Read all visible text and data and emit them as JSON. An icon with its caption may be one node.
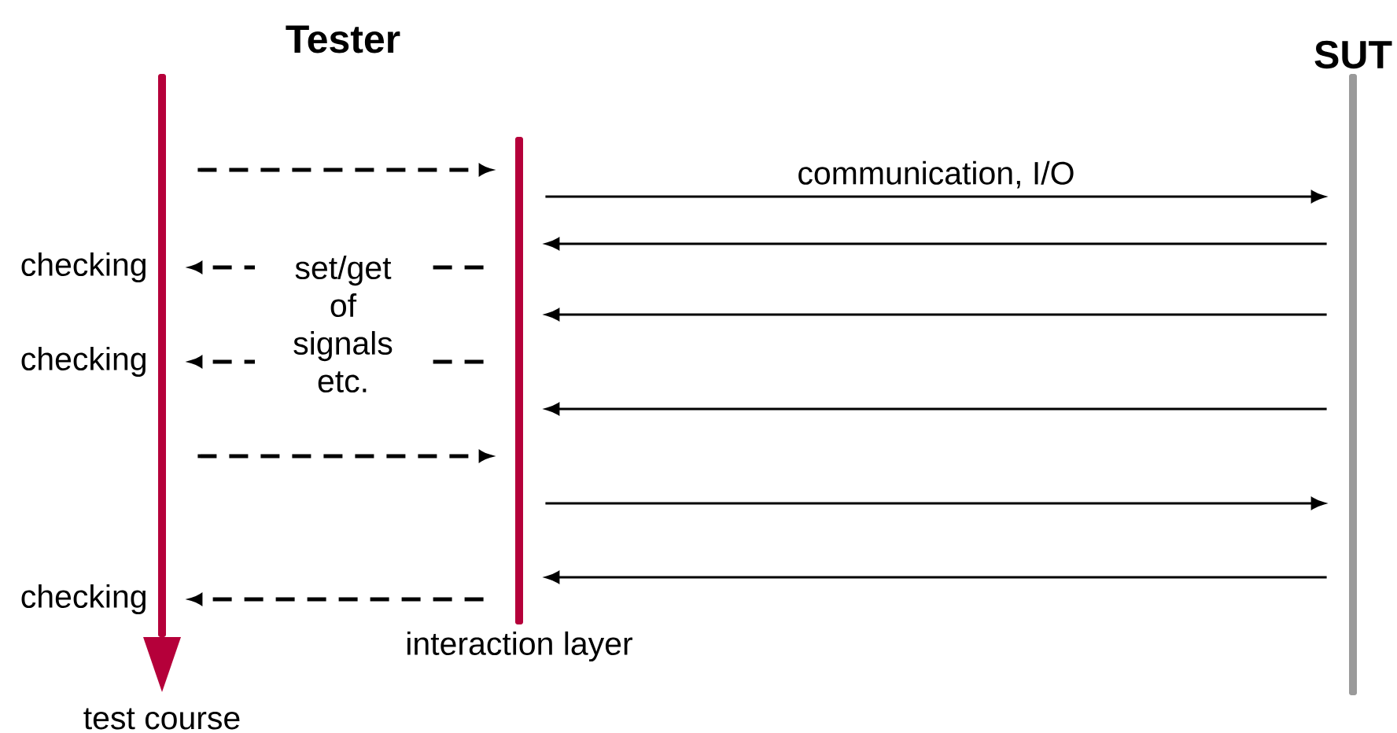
{
  "diagram": {
    "nodes": [
      {
        "text": [],
        "shape": "bar",
        "beside": [
          "test course"
        ]
      },
      {
        "text": [],
        "shape": "bar",
        "beside": [
          "interaction layer"
        ]
      },
      {
        "text": [
          "SUT"
        ]
      }
    ],
    "edges": [
      {
        "from": 0,
        "to": 1,
        "arrow": "to",
        "style": "dashed"
      },
      {
        "from": 1,
        "to": 2,
        "arrow": "to",
        "label": "communication, I/O"
      },
      {
        "from": 2,
        "to": 1,
        "arrow": "to"
      },
      {
        "from": 1,
        "to": 0,
        "arrow": "to",
        "style": "dashed",
        "label": "checking"
      },
      {
        "from": 2,
        "to": 1,
        "arrow": "to"
      },
      {
        "from": 1,
        "to": 0,
        "arrow": "to",
        "style": "dashed",
        "label": "checking"
      },
      {
        "from": 2,
        "to": 1,
        "arrow": "to"
      },
      {
        "from": 0,
        "to": 1,
        "arrow": "to",
        "style": "dashed"
      },
      {
        "from": 1,
        "to": 2,
        "arrow": "to"
      },
      {
        "from": 2,
        "to": 1,
        "arrow": "to"
      },
      {
        "from": 1,
        "to": 0,
        "arrow": "to",
        "style": "dashed",
        "label": "checking"
      }
    ],
    "labels": [
      "Tester",
      "set/get of signals etc."
    ]
  }
}
